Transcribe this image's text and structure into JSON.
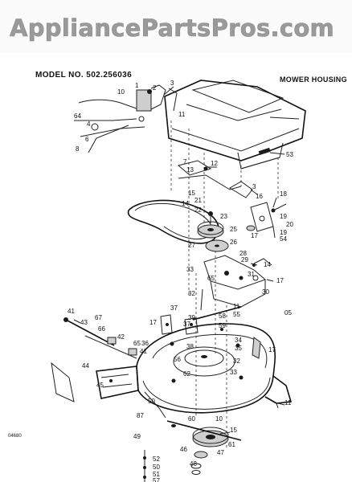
{
  "banner": {
    "text": "AppliancePartsPros.com"
  },
  "header": {
    "model_label": "MODEL NO. 502.256036",
    "section_title": "MOWER HOUSING"
  },
  "callouts": {
    "c1": "1",
    "c2": "2",
    "c3": "3",
    "c10": "10",
    "c64": "64",
    "c4": "4",
    "c6": "6",
    "c11": "11",
    "c53": "53",
    "c12": "12",
    "c7": "7",
    "c13": "13",
    "c15": "15",
    "c3b": "3",
    "c16": "16",
    "c14": "14",
    "c21": "21",
    "c22": "22",
    "c18": "18",
    "c23": "23",
    "c19": "19",
    "c20": "20",
    "c25": "25",
    "c19b": "19",
    "c54": "54",
    "c27": "27",
    "c26": "26",
    "c17": "17",
    "c28": "28",
    "c14b": "14",
    "c33": "33",
    "c29": "29",
    "c31": "31",
    "c65": "65",
    "c17b": "17",
    "c32": "32",
    "c30": "30",
    "c41": "41",
    "c37": "37",
    "c11b": "11",
    "c43": "43",
    "c67": "67",
    "c55": "55",
    "c17c": "17",
    "c58": "58",
    "c42": "42",
    "c39": "39",
    "c37b": "37",
    "c59": "59",
    "c65b": "65",
    "c36": "36",
    "c41b": "41",
    "c38": "38",
    "c34": "34",
    "c35": "35",
    "c17d": "17",
    "c44": "44",
    "c56": "56",
    "c62": "62",
    "c32b": "32",
    "c45": "45",
    "c33b": "33",
    "c11c": "11",
    "c50": "50",
    "c60": "60",
    "c10b": "10",
    "c87": "87",
    "c15b": "15",
    "c49": "49",
    "c61": "61",
    "c46": "46",
    "c47": "47",
    "c48": "48",
    "c52": "52",
    "c50b": "50",
    "c51": "51",
    "c57": "57",
    "c05": "05",
    "c66": "66",
    "c8": "8"
  },
  "footer": {
    "drawing_code": "04680"
  }
}
